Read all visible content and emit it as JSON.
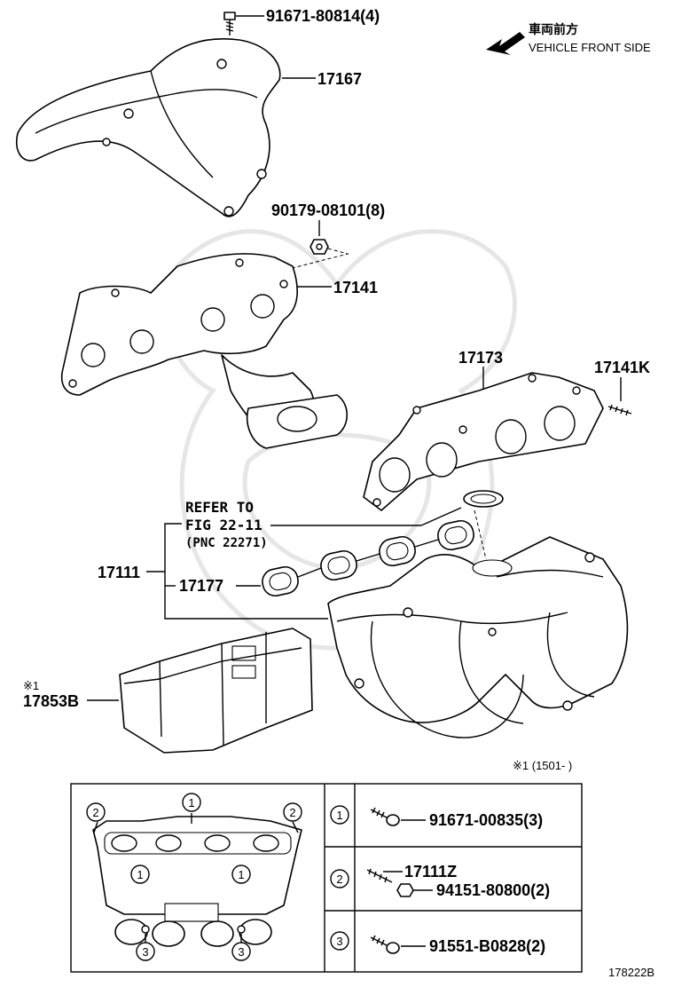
{
  "header": {
    "direction_jp": "車両前方",
    "direction_en": "VEHICLE FRONT SIDE"
  },
  "callouts": {
    "bolt_top": "91671-80814(4)",
    "heat_insulator": "17167",
    "nut": "90179-08101(8)",
    "exhaust_manifold": "17141",
    "gasket": "17173",
    "stud": "17141K",
    "refer_line1": "REFER TO",
    "refer_line2": "FIG 22-11",
    "refer_line3": "(PNC 22271)",
    "intake_manifold": "17111",
    "intake_gasket": "17177",
    "note_mark": "※1",
    "engine_cover": "17853B",
    "footnote": "※1 (1501-     )"
  },
  "legend_table": {
    "rows": [
      {
        "marker": "1",
        "parts": [
          "91671-00835(3)"
        ]
      },
      {
        "marker": "2",
        "parts": [
          "17111Z",
          "94151-80800(2)"
        ]
      },
      {
        "marker": "3",
        "parts": [
          "91551-B0828(2)"
        ]
      }
    ],
    "map_markers": {
      "one": "1",
      "two": "2",
      "three": "3"
    }
  },
  "figure_id": "178222B"
}
